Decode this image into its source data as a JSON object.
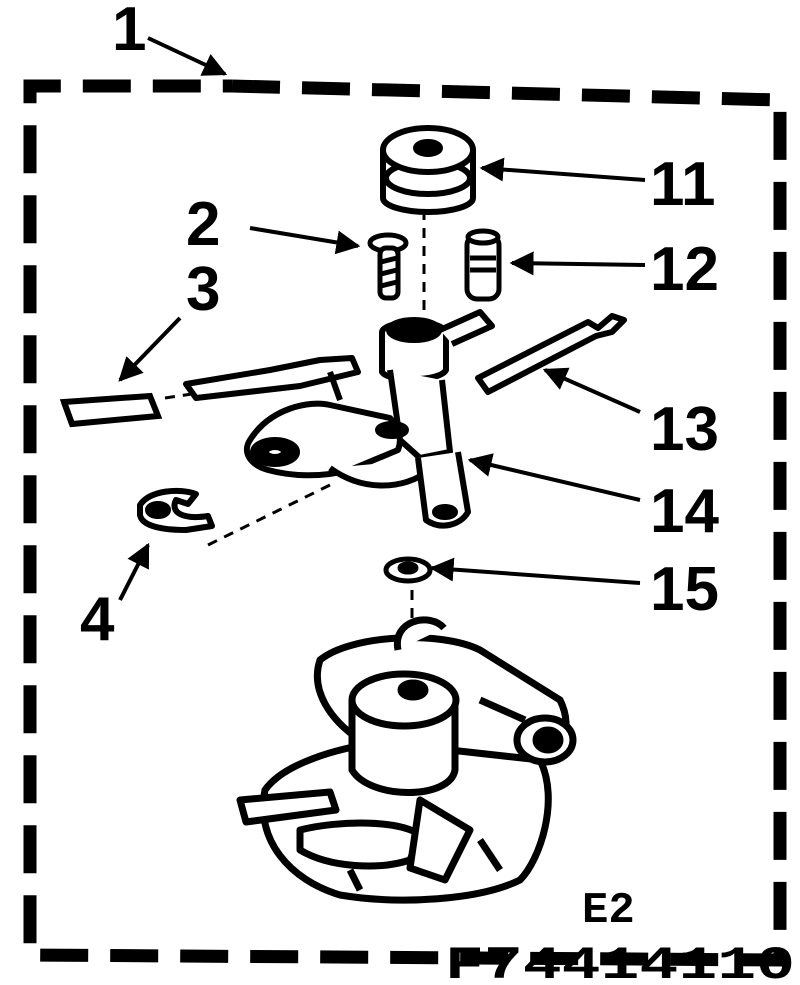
{
  "callouts": {
    "c1": "1",
    "c2": "2",
    "c3": "3",
    "c4": "4",
    "c11": "11",
    "c12": "12",
    "c13": "13",
    "c14": "14",
    "c15": "15"
  },
  "section_code": "E2",
  "figure_code": "F74414110",
  "ink_color": "#000000",
  "paper_color": "#ffffff"
}
